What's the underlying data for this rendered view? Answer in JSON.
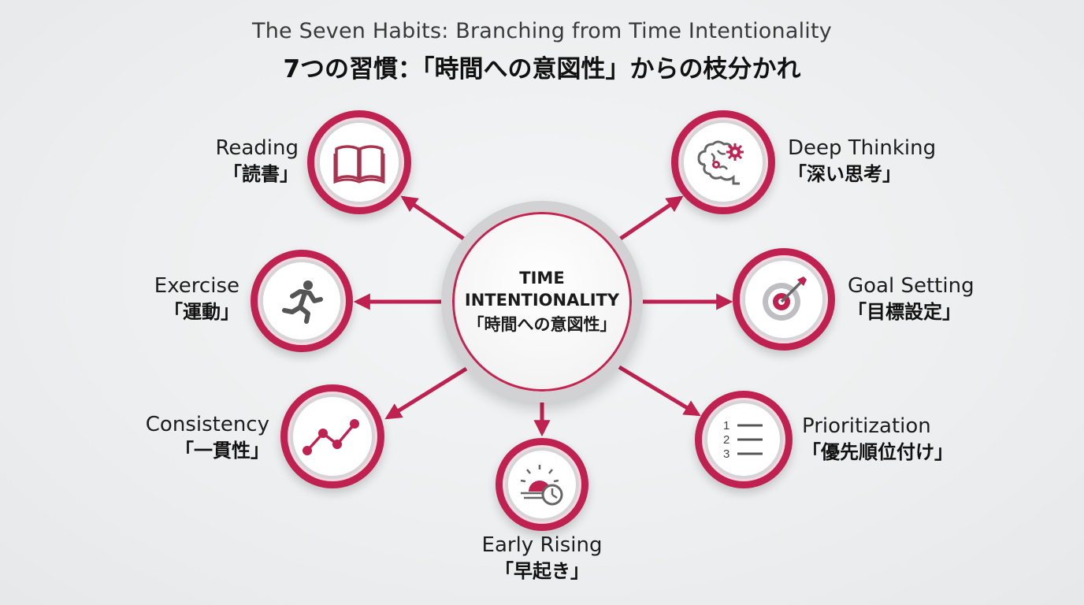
{
  "title": {
    "en": "The Seven Habits: Branching from Time Intentionality",
    "ja": "7つの習慣：「時間への意図性」からの枝分かれ"
  },
  "center": {
    "line1": "TIME",
    "line2": "INTENTIONALITY",
    "line3": "「時間への意図性」"
  },
  "habits": [
    {
      "en": "Reading",
      "ja": "「読書」",
      "icon": "book-icon"
    },
    {
      "en": "Deep Thinking",
      "ja": "「深い思考」",
      "icon": "brain-gears-icon"
    },
    {
      "en": "Exercise",
      "ja": "「運動」",
      "icon": "running-person-icon"
    },
    {
      "en": "Goal Setting",
      "ja": "「目標設定」",
      "icon": "target-arrow-icon"
    },
    {
      "en": "Consistency",
      "ja": "「一貫性」",
      "icon": "trend-line-icon"
    },
    {
      "en": "Prioritization",
      "ja": "「優先順位付け」",
      "icon": "numbered-list-icon",
      "list_numbers": [
        "1",
        "2",
        "3"
      ]
    },
    {
      "en": "Early Rising",
      "ja": "「早起き」",
      "icon": "sunrise-clock-icon"
    }
  ],
  "colors": {
    "accent": "#bf2150",
    "ring": "#d2d2d4",
    "icon_gray": "#555555",
    "background": "#eceeef"
  }
}
